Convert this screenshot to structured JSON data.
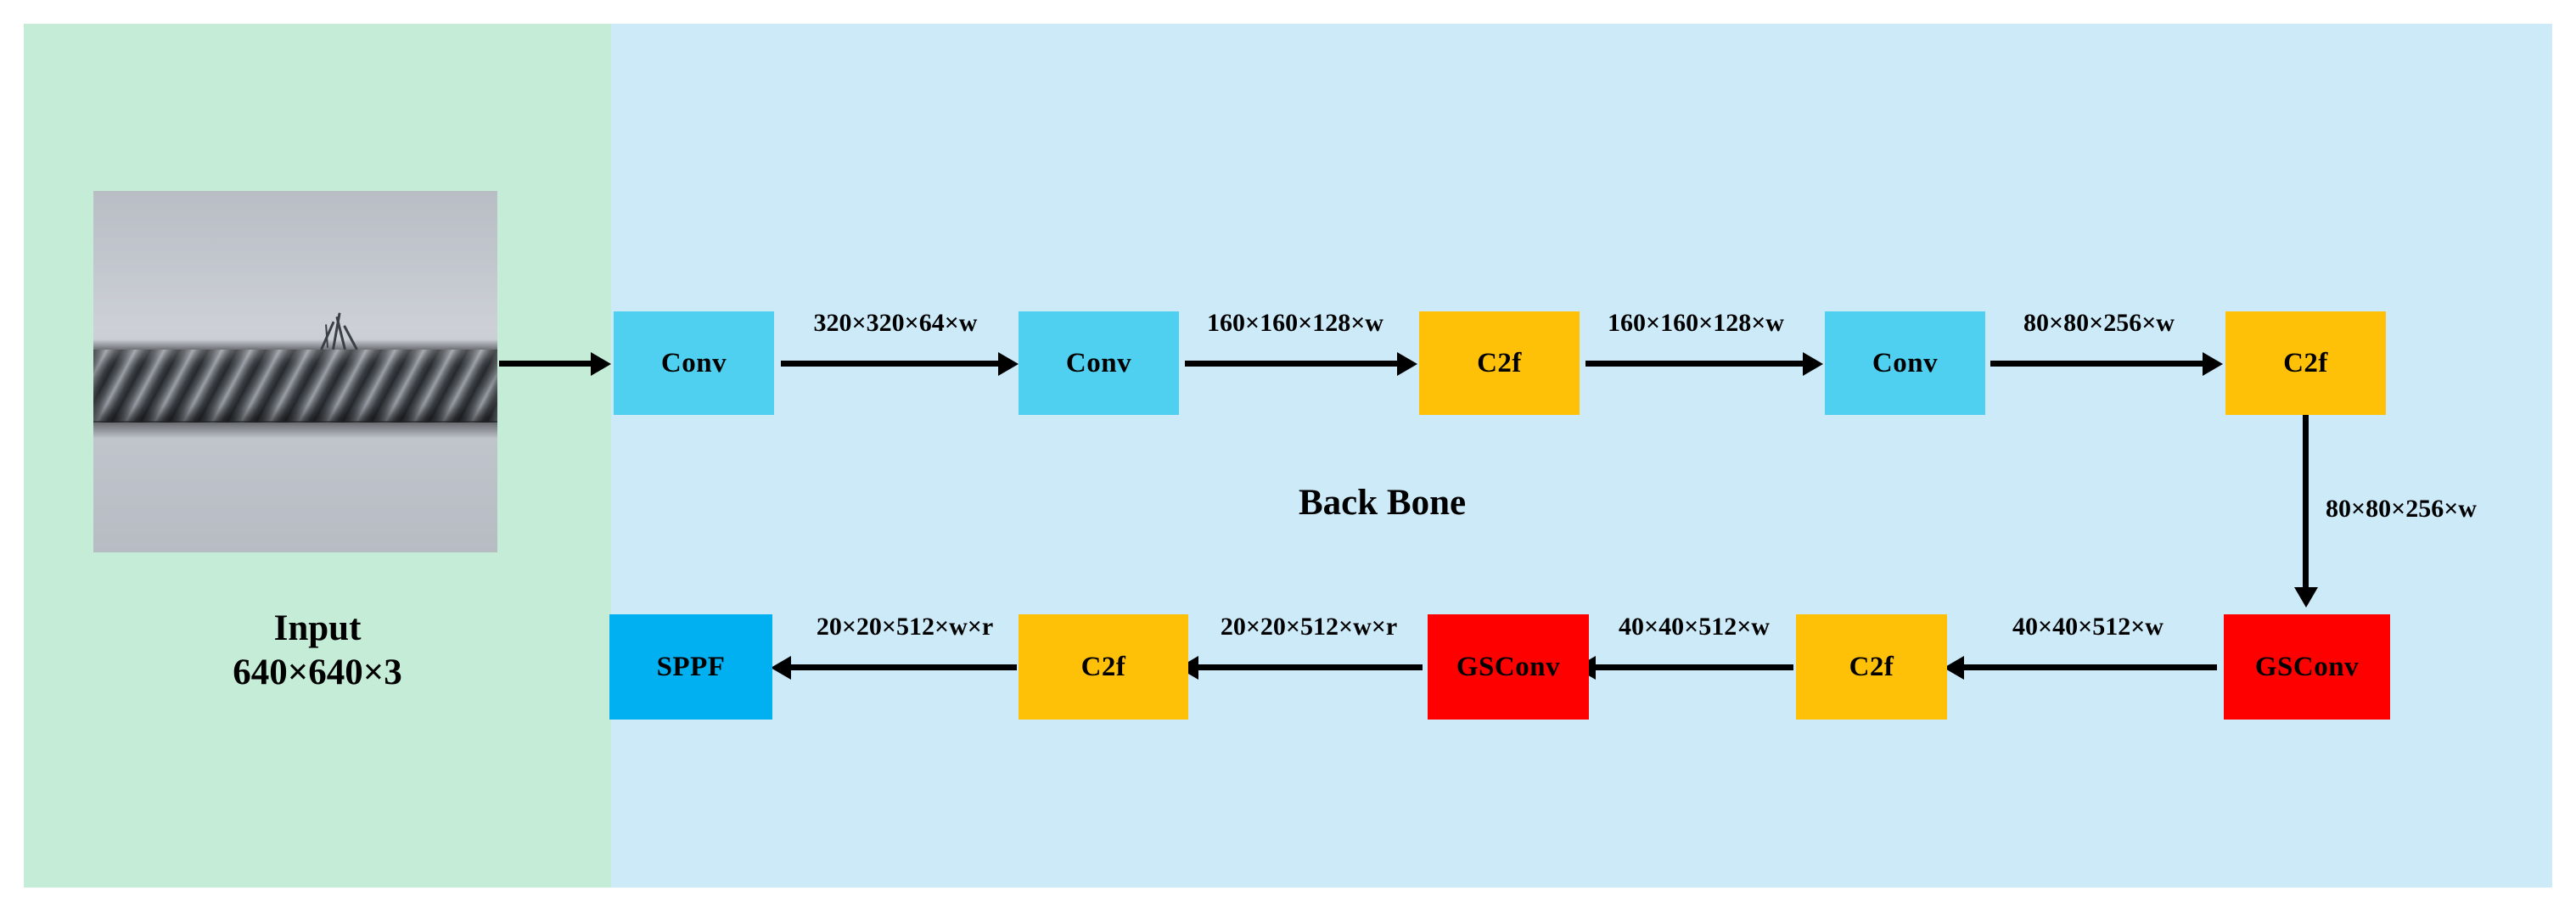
{
  "diagram": {
    "title_backbone": "Back Bone",
    "panels": {
      "input_panel_color": "#c4ecd7",
      "backbone_panel_color": "#cdeaf9"
    },
    "input": {
      "label": "Input",
      "shape": "640×640×3",
      "photo_alt": "steel-wire-rope-broken-wire-photo"
    },
    "colors": {
      "conv": "#4FD0F0",
      "c2f": "#FFC107",
      "gsconv": "#FF0000",
      "sppf": "#00B0F0",
      "arrow": "#000000",
      "text": "#000000"
    },
    "blocks": [
      {
        "id": "conv-1",
        "label": "Conv",
        "type": "conv",
        "row": "top"
      },
      {
        "id": "conv-2",
        "label": "Conv",
        "type": "conv",
        "row": "top"
      },
      {
        "id": "c2f-1",
        "label": "C2f",
        "type": "c2f",
        "row": "top"
      },
      {
        "id": "conv-3",
        "label": "Conv",
        "type": "conv",
        "row": "top"
      },
      {
        "id": "c2f-2",
        "label": "C2f",
        "type": "c2f",
        "row": "top"
      },
      {
        "id": "gsconv-1",
        "label": "GSConv",
        "type": "gsconv",
        "row": "bottom"
      },
      {
        "id": "c2f-3",
        "label": "C2f",
        "type": "c2f",
        "row": "bottom"
      },
      {
        "id": "gsconv-2",
        "label": "GSConv",
        "type": "gsconv",
        "row": "bottom"
      },
      {
        "id": "c2f-4",
        "label": "C2f",
        "type": "c2f",
        "row": "bottom"
      },
      {
        "id": "sppf",
        "label": "SPPF",
        "type": "sppf",
        "row": "bottom"
      }
    ],
    "edges": [
      {
        "id": "e-input-conv1",
        "label": "",
        "from": "input-photo",
        "to": "conv-1",
        "dir": "right"
      },
      {
        "id": "e-conv1-conv2",
        "label": "320×320×64×w",
        "from": "conv-1",
        "to": "conv-2",
        "dir": "right"
      },
      {
        "id": "e-conv2-c2f1",
        "label": "160×160×128×w",
        "from": "conv-2",
        "to": "c2f-1",
        "dir": "right"
      },
      {
        "id": "e-c2f1-conv3",
        "label": "160×160×128×w",
        "from": "c2f-1",
        "to": "conv-3",
        "dir": "right"
      },
      {
        "id": "e-conv3-c2f2",
        "label": "80×80×256×w",
        "from": "conv-3",
        "to": "c2f-2",
        "dir": "right"
      },
      {
        "id": "e-c2f2-gsconv1",
        "label": "80×80×256×w",
        "from": "c2f-2",
        "to": "gsconv-1",
        "dir": "down"
      },
      {
        "id": "e-gsconv1-c2f3",
        "label": "40×40×512×w",
        "from": "gsconv-1",
        "to": "c2f-3",
        "dir": "left"
      },
      {
        "id": "e-c2f3-gsconv2",
        "label": "40×40×512×w",
        "from": "c2f-3",
        "to": "gsconv-2",
        "dir": "left"
      },
      {
        "id": "e-gsconv2-c2f4",
        "label": "20×20×512×w×r",
        "from": "gsconv-2",
        "to": "c2f-4",
        "dir": "left"
      },
      {
        "id": "e-c2f4-sppf",
        "label": "20×20×512×w×r",
        "from": "c2f-4",
        "to": "sppf",
        "dir": "left"
      }
    ]
  }
}
